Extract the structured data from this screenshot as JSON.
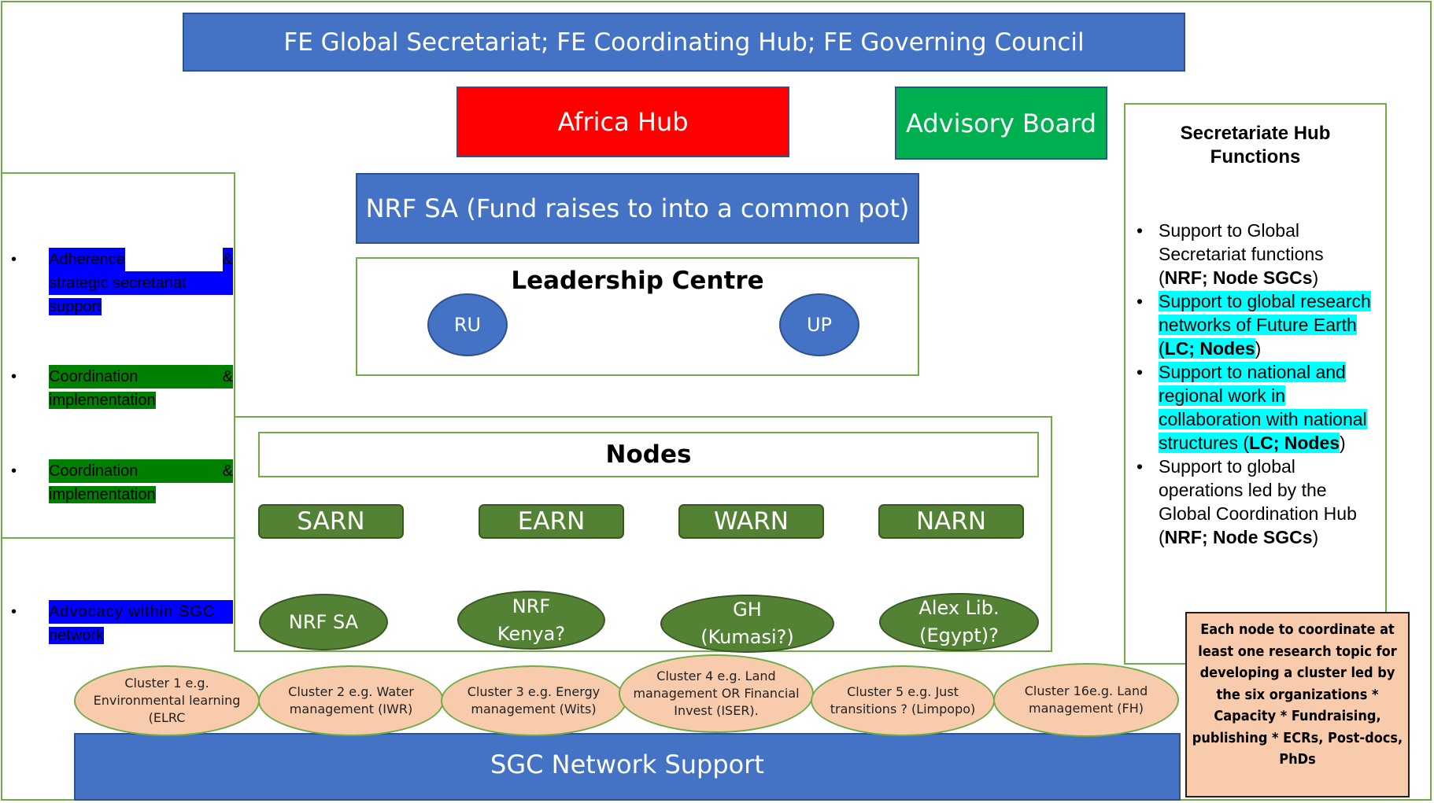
{
  "top_banner": "FE Global Secretariat; FE Coordinating Hub; FE Governing Council",
  "africa_hub": "Africa Hub",
  "advisory_board": "Advisory Board",
  "nrf_sa_bar": "NRF SA (Fund raises to into a common pot)",
  "leadership_centre": {
    "title": "Leadership Centre",
    "members": [
      "RU",
      "UP"
    ]
  },
  "nodes": {
    "title": "Nodes",
    "networks": [
      "SARN",
      "EARN",
      "WARN",
      "NARN"
    ],
    "hosts": [
      {
        "line1": "NRF SA",
        "line2": ""
      },
      {
        "line1": "NRF",
        "line2": "Kenya?"
      },
      {
        "line1": "GH",
        "line2": "(Kumasi?)"
      },
      {
        "line1": "Alex Lib.",
        "line2": "(Egypt)?"
      }
    ]
  },
  "left_functions": [
    {
      "left": "Adherence",
      "right": "&",
      "rest": [
        "strategic secretariat",
        "support"
      ],
      "highlight": "#0000ff"
    },
    {
      "left": "Coordination",
      "right": "&",
      "rest": [
        "implementation"
      ],
      "highlight": "#008000"
    },
    {
      "left": "Coordination",
      "right": "&",
      "rest": [
        "implementation"
      ],
      "highlight": "#008000"
    },
    {
      "left": "Advocacy within SGC",
      "right": "",
      "rest": [
        "network"
      ],
      "highlight": "#0000ff"
    }
  ],
  "clusters": [
    "Cluster 1 e.g. Environmental learning (ELRC",
    "Cluster 2 e.g. Water management (IWR)",
    "Cluster 3 e.g. Energy management (Wits)",
    "Cluster 4 e.g. Land management OR Financial Invest (ISER).",
    "Cluster 5 e.g. Just transitions ? (Limpopo)",
    "Cluster 16e.g. Land management (FH)"
  ],
  "sgc_network_support": "SGC Network Support",
  "secretariat": {
    "title": "Secretariate Hub Functions",
    "items": [
      {
        "text": "Support to Global Secretariat functions (",
        "bold": "NRF; Node SGCs",
        "end": ")",
        "highlight": false
      },
      {
        "text": "Support to global research networks of Future Earth (",
        "bold": "LC; Nodes",
        "end": ")",
        "highlight": true
      },
      {
        "text": "Support to national and regional work in collaboration with national structures (",
        "bold": "LC; Nodes",
        "end": ")",
        "highlight": true
      },
      {
        "text": "Support to global operations led by the Global Coordination Hub (",
        "bold": "NRF; Node SGCs",
        "end": ")",
        "highlight": false
      }
    ]
  },
  "note": "Each node to coordinate at least one research topic for developing a cluster led by the six organizations * Capacity * Fundraising, publishing * ECRs, Post-docs, PhDs",
  "colors": {
    "blue": "#4472c4",
    "red": "#ff0000",
    "green": "#00b050",
    "dark_green": "#548235",
    "peach": "#f8cbad",
    "outline_green": "#70ad47",
    "cyan_highlight": "#00ffff"
  }
}
